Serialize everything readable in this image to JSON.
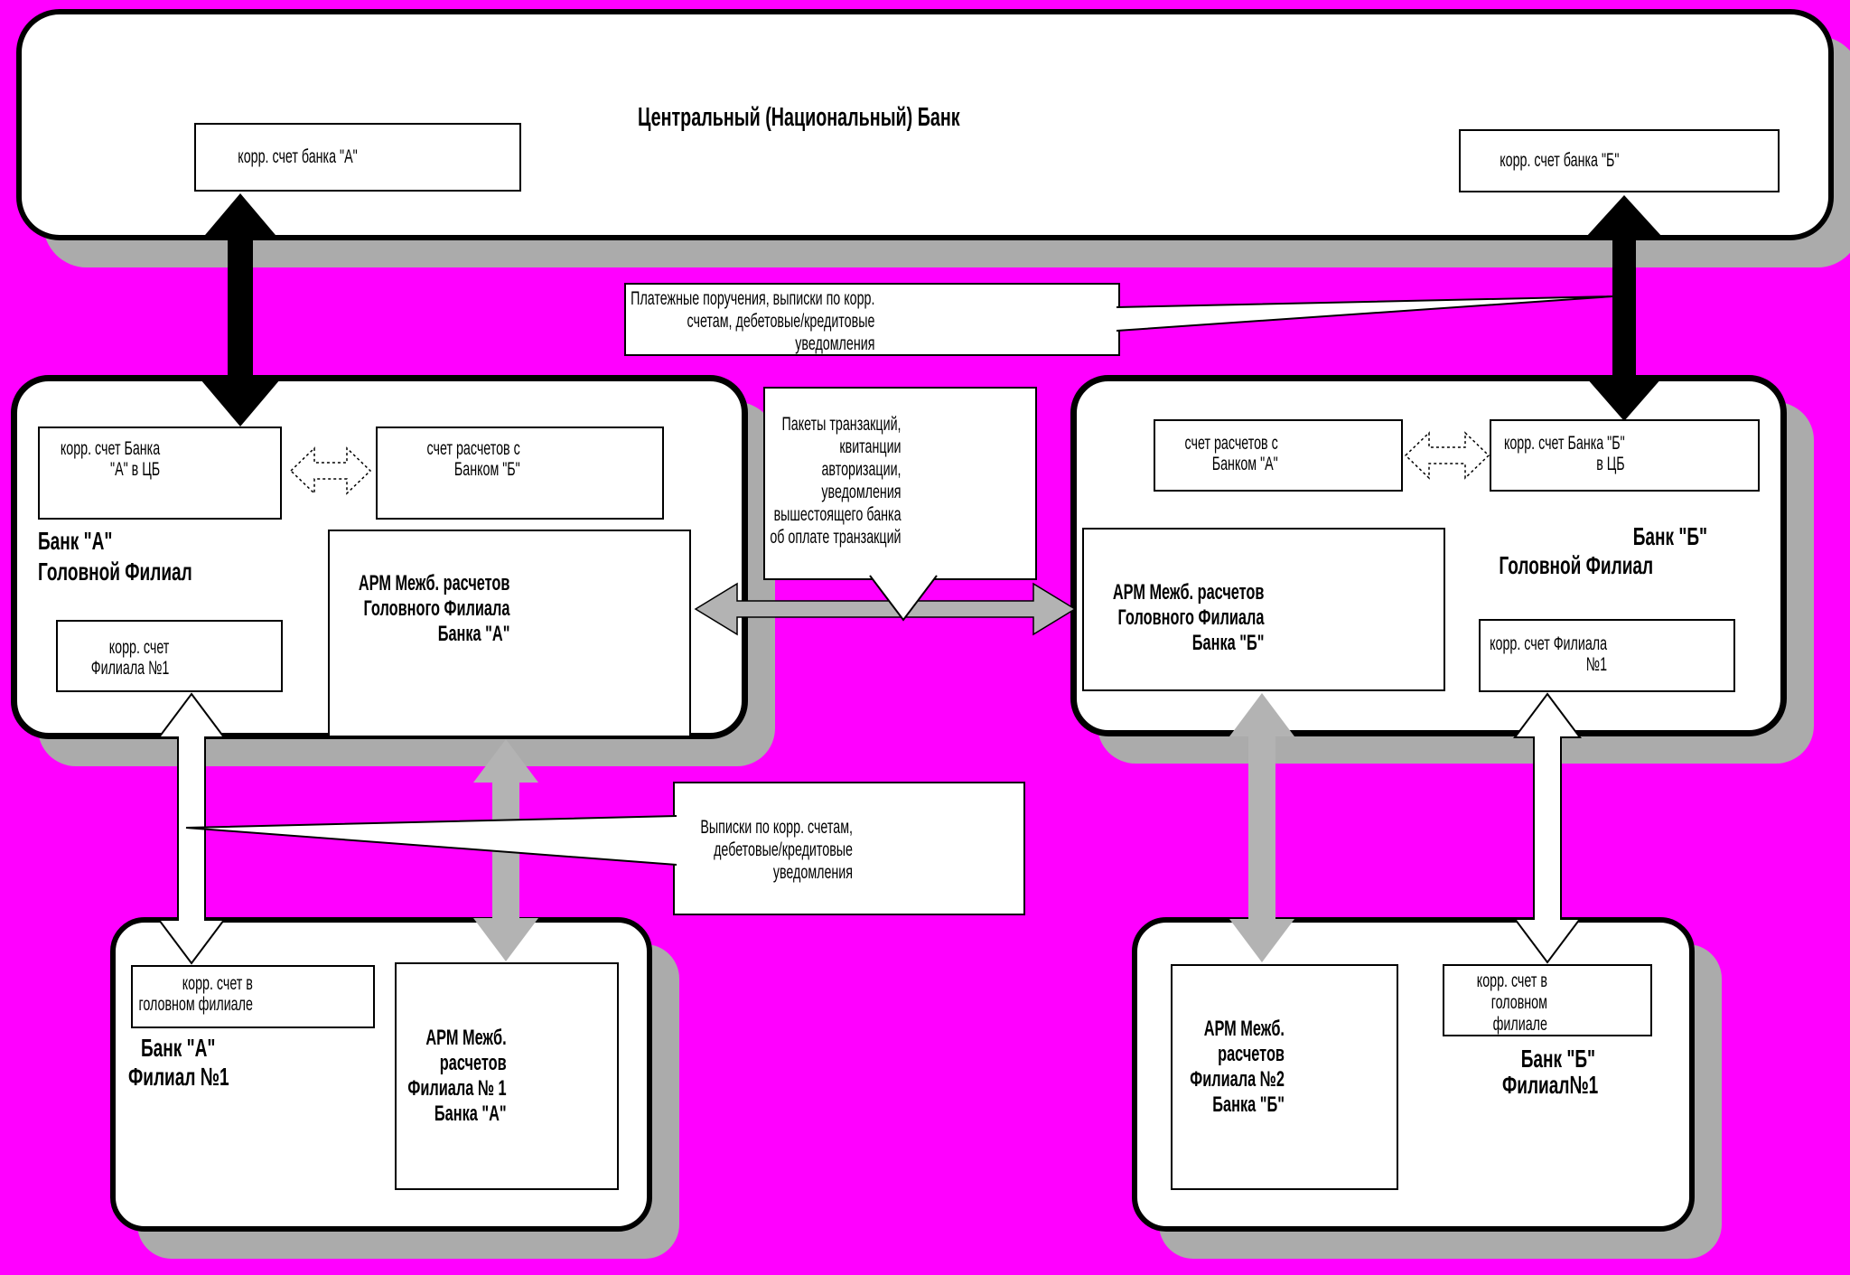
{
  "colors": {
    "background": "#ff00ff",
    "box_fill": "#ffffff",
    "border": "#000000",
    "shadow_gray": "#ababab",
    "arrow_gray": "#b3b3b3",
    "arrow_black": "#000000"
  },
  "central_bank": {
    "title": "Центральный (Национальный) Банк",
    "account_a": "корр. счет банка \"А\"",
    "account_b": "корр. счет банка \"Б\""
  },
  "bank_a_head": {
    "name_line1": "Банк \"А\"",
    "name_line2": "Головной Филиал",
    "corr_account_cb": "корр. счет Банка\n\"А\" в ЦБ",
    "settlement_account": "счет расчетов с\nБанком \"Б\"",
    "arm": "АРМ Межб. расчетов\nГоловного Филиала\nБанка \"А\"",
    "corr_account_filial": "корр. счет\nФилиала №1"
  },
  "bank_b_head": {
    "name_line1": "Банк \"Б\"",
    "name_line2": "Головной Филиал",
    "settlement_account": "счет расчетов с\nБанком \"А\"",
    "corr_account_cb": "корр. счет Банка \"Б\"\nв ЦБ",
    "arm": "АРМ Межб. расчетов\nГоловного Филиала\nБанка \"Б\"",
    "corr_account_filial": "корр. счет Филиала\n№1"
  },
  "bank_a_branch": {
    "name_line1": "Банк \"А\"",
    "name_line2": "Филиал №1",
    "corr_account_head": "корр. счет в\nголовном филиале",
    "arm": "АРМ Межб.\nрасчетов\nФилиала № 1\nБанка \"А\""
  },
  "bank_b_branch": {
    "name_line1": "Банк \"Б\"",
    "name_line2": "Филиал№1",
    "corr_account_head": "корр. счет в\nголовном\nфилиале",
    "arm": "АРМ Межб.\nрасчетов\nФилиала №2\nБанка \"Б\""
  },
  "callouts": {
    "payments": "Платежные поручения, выписки по корр.\nсчетам, дебетовые/кредитовые\nуведомления",
    "packets": "Пакеты транзакций,\nквитанции\nавторизации,\nуведомления\nвышестоящего банка\nоб оплате транзакций",
    "statements": "Выписки по корр. счетам,\nдебетовые/кредитовые\nуведомления"
  }
}
